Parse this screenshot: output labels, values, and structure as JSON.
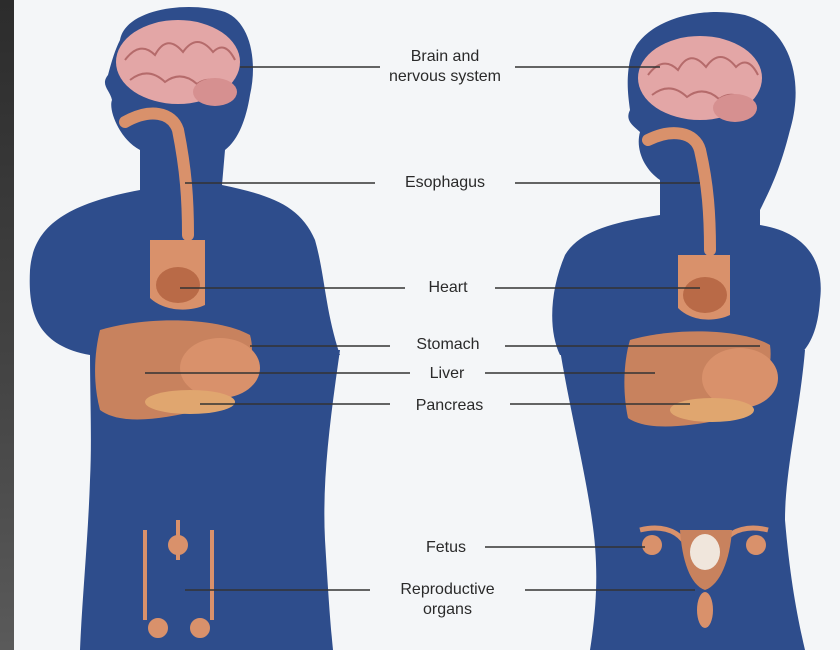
{
  "labels": {
    "brain_line1": "Brain and",
    "brain_line2": "nervous system",
    "esophagus": "Esophagus",
    "heart": "Heart",
    "stomach": "Stomach",
    "liver": "Liver",
    "pancreas": "Pancreas",
    "fetus": "Fetus",
    "reproductive_line1": "Reproductive",
    "reproductive_line2": "organs"
  },
  "colors": {
    "body_silhouette": "#2e4d8c",
    "organ": "#d9916b",
    "organ_dark": "#b96a47",
    "brain": "#e3a6a6",
    "leader_line": "#333333",
    "paper": "#f4f6f8",
    "slide_background": "#3a3a3a"
  }
}
